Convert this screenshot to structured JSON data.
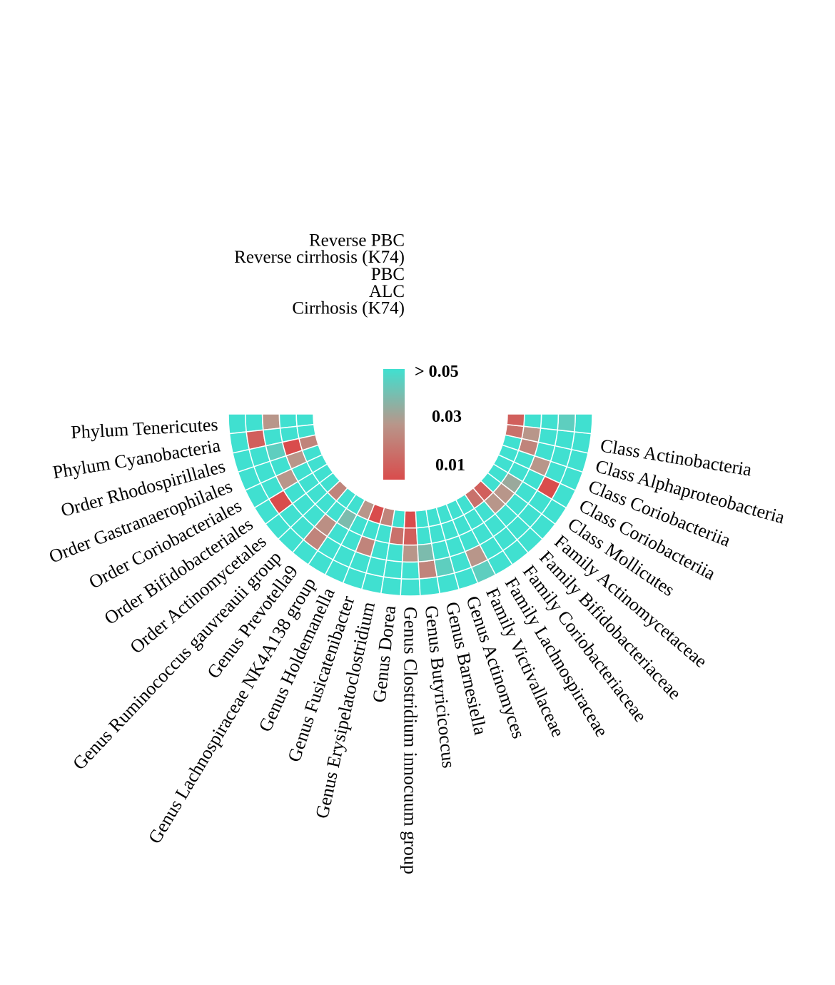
{
  "chart_data": {
    "type": "heatmap",
    "layout": "circular",
    "rows": [
      "Reverse PBC",
      "Reverse cirrhosis (K74)",
      "PBC",
      "ALC",
      "Cirrhosis (K74)"
    ],
    "categories": [
      "Phylum Tenericutes",
      "Phylum Cyanobacteria",
      "Order Rhodospirillales",
      "Order Gastranaerophilales",
      "Order Coriobacteriales",
      "Order Bifidobacteriales",
      "Order Actinomycetales",
      "Genus Ruminococcus gauvreauii group",
      "Genus Prevotella9",
      "Genus Lachnospiraceae NK4A138 group",
      "Genus Holdemanella",
      "Genus Fusicatenibacter",
      "Genus Erysipelatoclostridium",
      "Genus Dorea",
      "Genus Clostridium innocuum group",
      "Genus Butyricicoccus",
      "Genus Barnesiella",
      "Genus Actinomyces",
      "Family Victivallaceae",
      "Family Lachnospiraceae",
      "Family Coriobacteriaceae",
      "Family Bifidobacteriaceae",
      "Family Actinomycetaceae",
      "Class Mollicutes",
      "Class Coriobacteriia",
      "Class Coriobacteriia",
      "Class Alphaproteobacteria",
      "Class Actinobacteria"
    ],
    "values": [
      [
        0.06,
        0.06,
        0.03,
        0.06,
        0.06
      ],
      [
        0.06,
        0.015,
        0.06,
        0.06,
        0.06
      ],
      [
        0.06,
        0.06,
        0.045,
        0.005,
        0.025
      ],
      [
        0.06,
        0.06,
        0.06,
        0.03,
        0.06
      ],
      [
        0.06,
        0.06,
        0.03,
        0.06,
        0.06
      ],
      [
        0.06,
        0.005,
        0.06,
        0.06,
        0.06
      ],
      [
        0.06,
        0.06,
        0.06,
        0.06,
        0.06
      ],
      [
        0.06,
        0.06,
        0.06,
        0.06,
        0.025
      ],
      [
        0.06,
        0.025,
        0.028,
        0.06,
        0.06
      ],
      [
        0.06,
        0.06,
        0.06,
        0.04,
        0.06
      ],
      [
        0.06,
        0.06,
        0.06,
        0.06,
        0.03
      ],
      [
        0.06,
        0.06,
        0.025,
        0.06,
        0.005
      ],
      [
        0.06,
        0.06,
        0.06,
        0.06,
        0.025
      ],
      [
        0.06,
        0.06,
        0.06,
        0.02,
        0.06
      ],
      [
        0.06,
        0.06,
        0.03,
        0.015,
        0.005
      ],
      [
        0.06,
        0.025,
        0.04,
        0.06,
        0.06
      ],
      [
        0.06,
        0.045,
        0.06,
        0.06,
        0.06
      ],
      [
        0.06,
        0.06,
        0.06,
        0.06,
        0.06
      ],
      [
        0.045,
        0.03,
        0.06,
        0.06,
        0.06
      ],
      [
        0.06,
        0.06,
        0.06,
        0.06,
        0.06
      ],
      [
        0.06,
        0.06,
        0.06,
        0.06,
        0.02
      ],
      [
        0.06,
        0.06,
        0.06,
        0.03,
        0.015
      ],
      [
        0.06,
        0.06,
        0.06,
        0.03,
        0.06
      ],
      [
        0.06,
        0.06,
        0.06,
        0.035,
        0.06
      ],
      [
        0.06,
        0.005,
        0.06,
        0.06,
        0.06
      ],
      [
        0.06,
        0.06,
        0.03,
        0.06,
        0.06
      ],
      [
        0.06,
        0.06,
        0.06,
        0.025,
        0.06
      ],
      [
        0.06,
        0.06,
        0.06,
        0.03,
        0.02
      ],
      [
        0.06,
        0.045,
        0.06,
        0.06,
        0.015
      ]
    ],
    "color_scale": {
      "high_color": "#40e0d0",
      "mid_color": "#b8968a",
      "low_color": "#d94c4c",
      "range": [
        0.01,
        0.05
      ]
    },
    "legend": {
      "placement": "center",
      "ticks": [
        "> 0.05",
        "0.03",
        "0.01"
      ]
    },
    "grid": true
  }
}
